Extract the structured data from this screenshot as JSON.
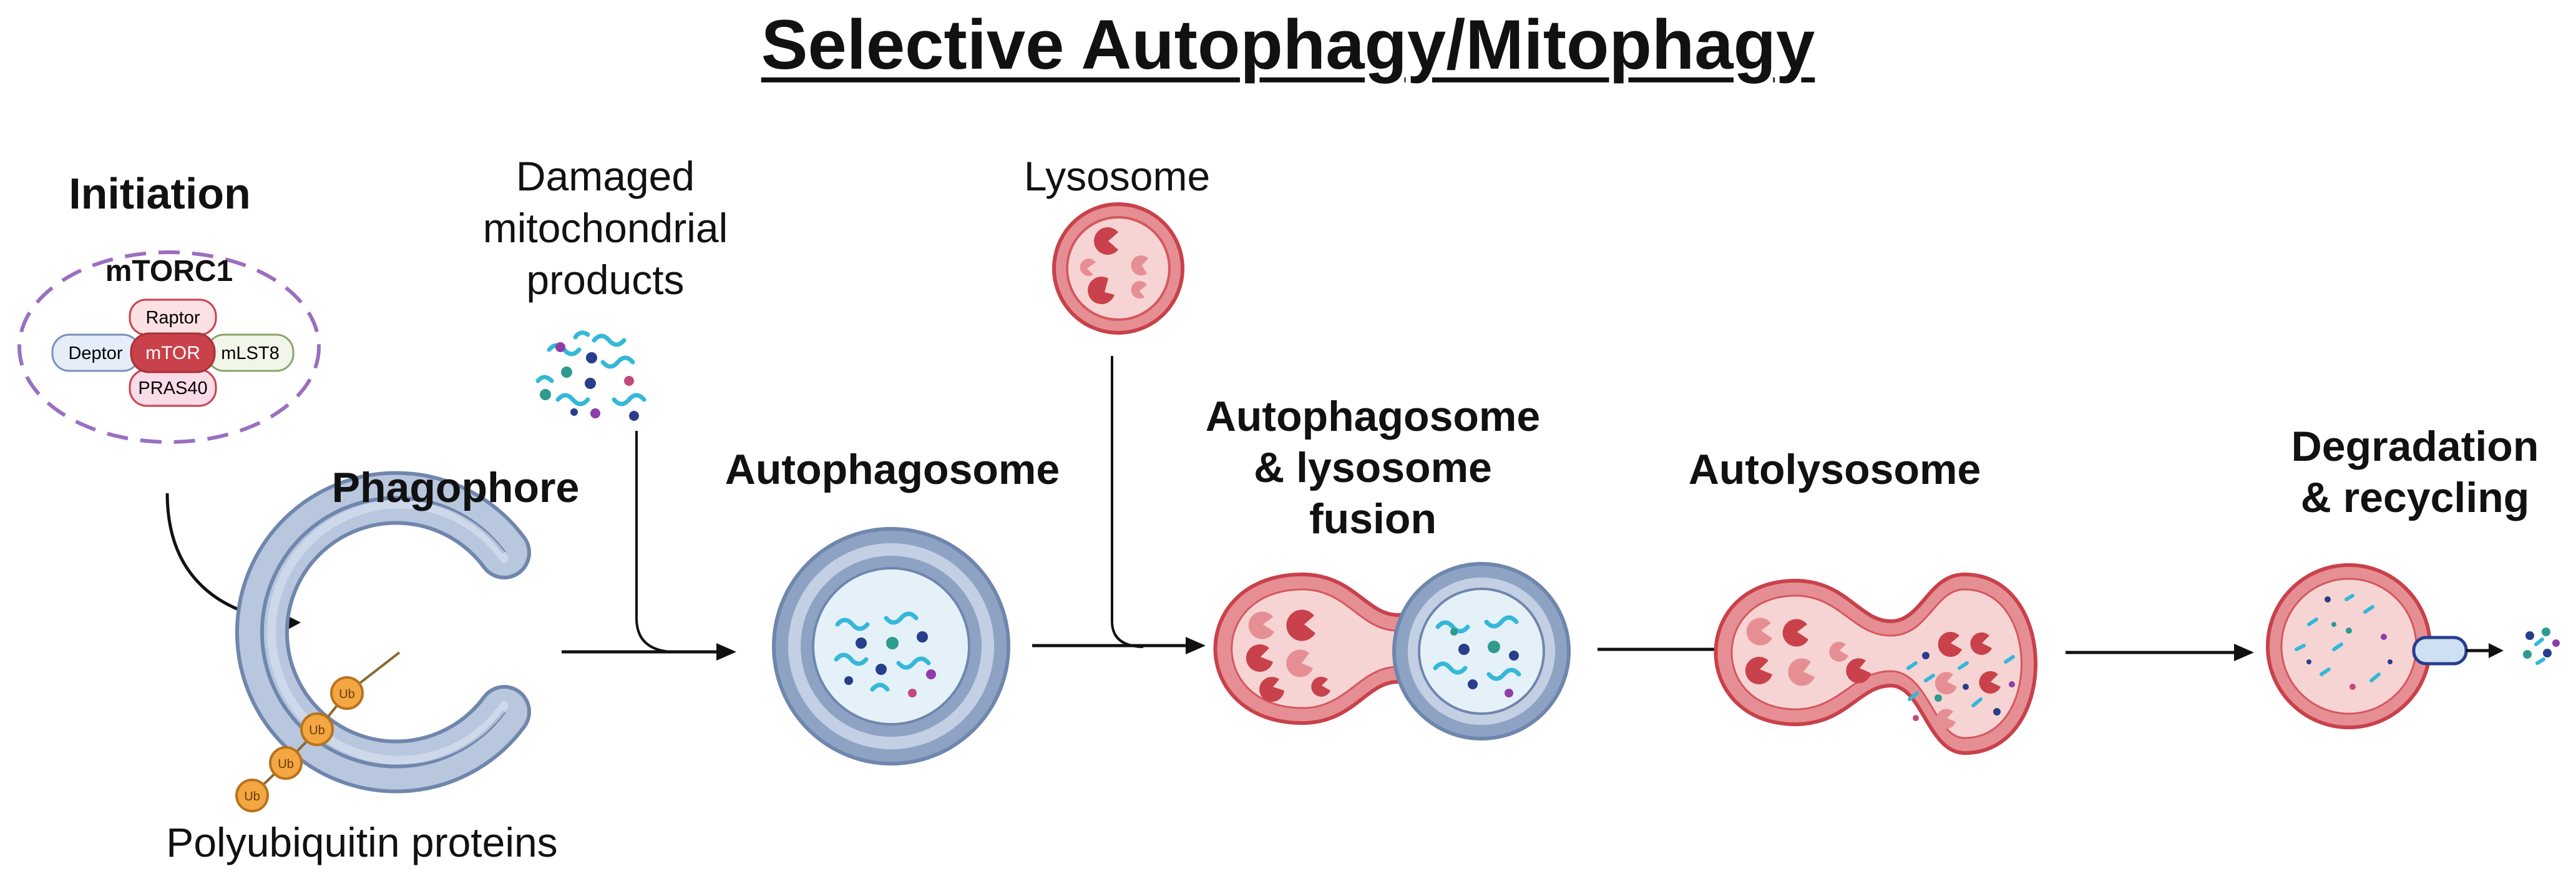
{
  "title": "Selective Autophagy/Mitophagy",
  "initiation": {
    "heading": "Initiation",
    "complex_label": "mTORC1",
    "subunits": {
      "raptor": "Raptor",
      "deptor": "Deptor",
      "mtor": "mTOR",
      "mlst8": "mLST8",
      "pras40": "PRAS40"
    }
  },
  "labels": {
    "phagophore": "Phagophore",
    "polyubiquitin": "Polyubiquitin proteins",
    "ub_tag": "Ub",
    "damaged_line1": "Damaged",
    "damaged_line2": "mitochondrial",
    "damaged_line3": "products",
    "lysosome": "Lysosome",
    "autophagosome": "Autophagosome",
    "fusion_line1": "Autophagosome",
    "fusion_line2": "& lysosome",
    "fusion_line3": "fusion",
    "autolysosome": "Autolysosome",
    "degradation_line1": "Degradation",
    "degradation_line2": "& recycling"
  },
  "colors": {
    "membrane_blue": "#8ea3c4",
    "membrane_blue_light": "#c3d0e4",
    "lumen_blue": "#e4f1f8",
    "lyso_red": "#d6575e",
    "lyso_fill": "#f6d4d4",
    "mtor_red": "#c9414a",
    "dashed_purple": "#9a6fc0",
    "ub_orange": "#f3a641",
    "cyan_fragment": "#35b8d8",
    "navy_dot": "#283e8c",
    "teal_dot": "#2f9b8f"
  }
}
